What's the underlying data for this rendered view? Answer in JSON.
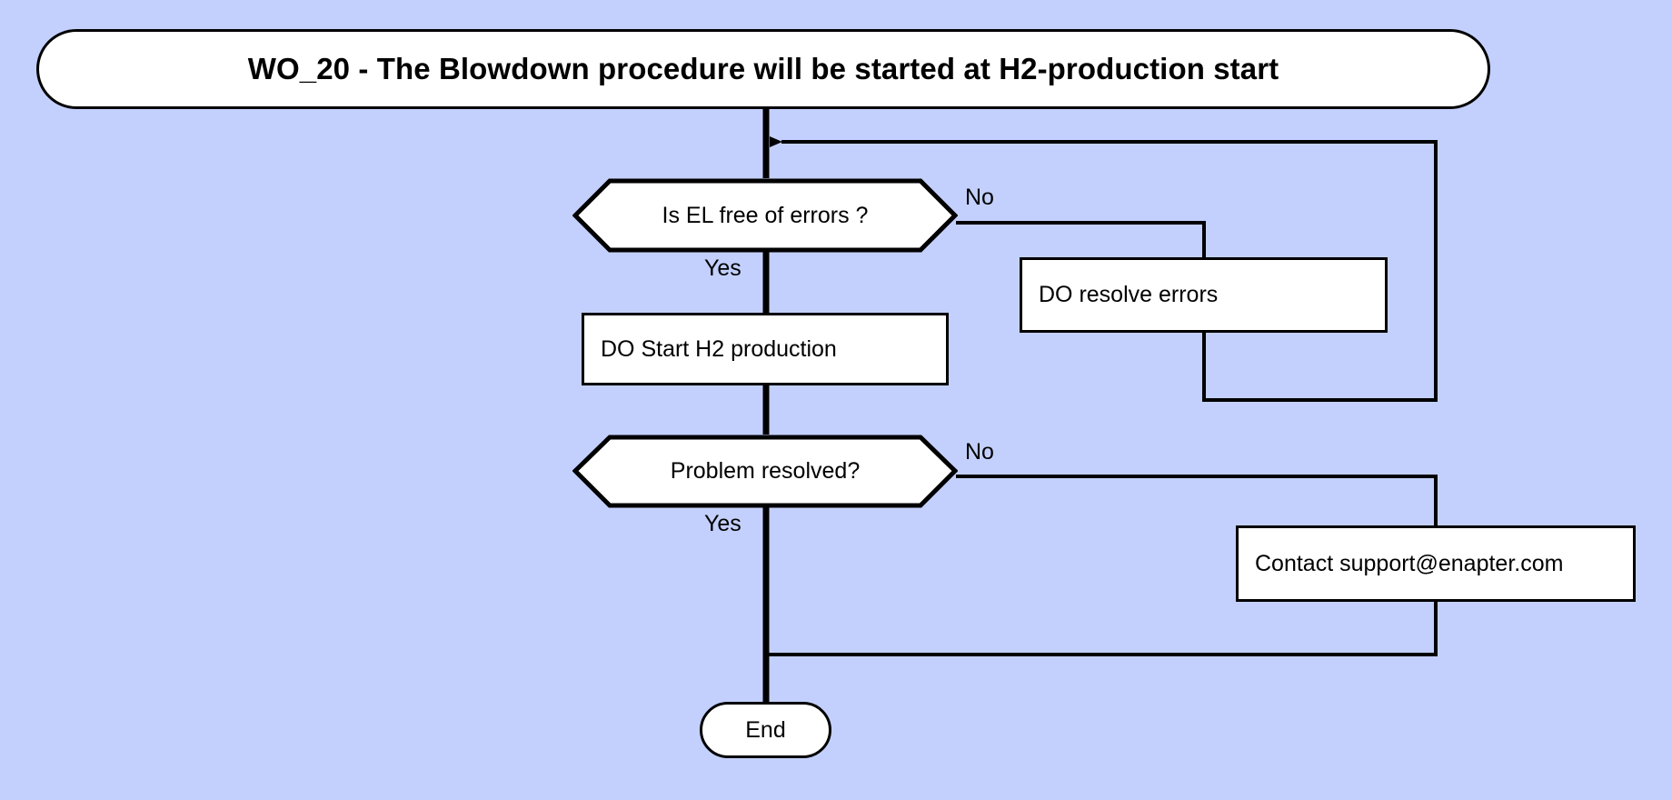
{
  "diagram": {
    "title_node": {
      "id": "wo20-title",
      "label": "WO_20 - The Blowdown procedure will be started at H2-production start",
      "shape": "terminator"
    },
    "background_color": "#c3d0fd",
    "stroke_color": "#000000",
    "fill_color": "#ffffff",
    "nodes": [
      {
        "id": "is-el-free-of-errors",
        "label": "Is EL free of errors ?",
        "shape": "decision"
      },
      {
        "id": "do-resolve-errors",
        "label": "DO resolve errors",
        "shape": "process"
      },
      {
        "id": "do-start-h2-production",
        "label": "DO Start H2 production",
        "shape": "process"
      },
      {
        "id": "problem-resolved",
        "label": "Problem resolved?",
        "shape": "decision"
      },
      {
        "id": "contact-support",
        "label": "Contact support@enapter.com",
        "shape": "process"
      },
      {
        "id": "end",
        "label": "End",
        "shape": "terminator"
      }
    ],
    "edge_labels": {
      "errors_no": "No",
      "errors_yes": "Yes",
      "resolved_no": "No",
      "resolved_yes": "Yes"
    }
  }
}
